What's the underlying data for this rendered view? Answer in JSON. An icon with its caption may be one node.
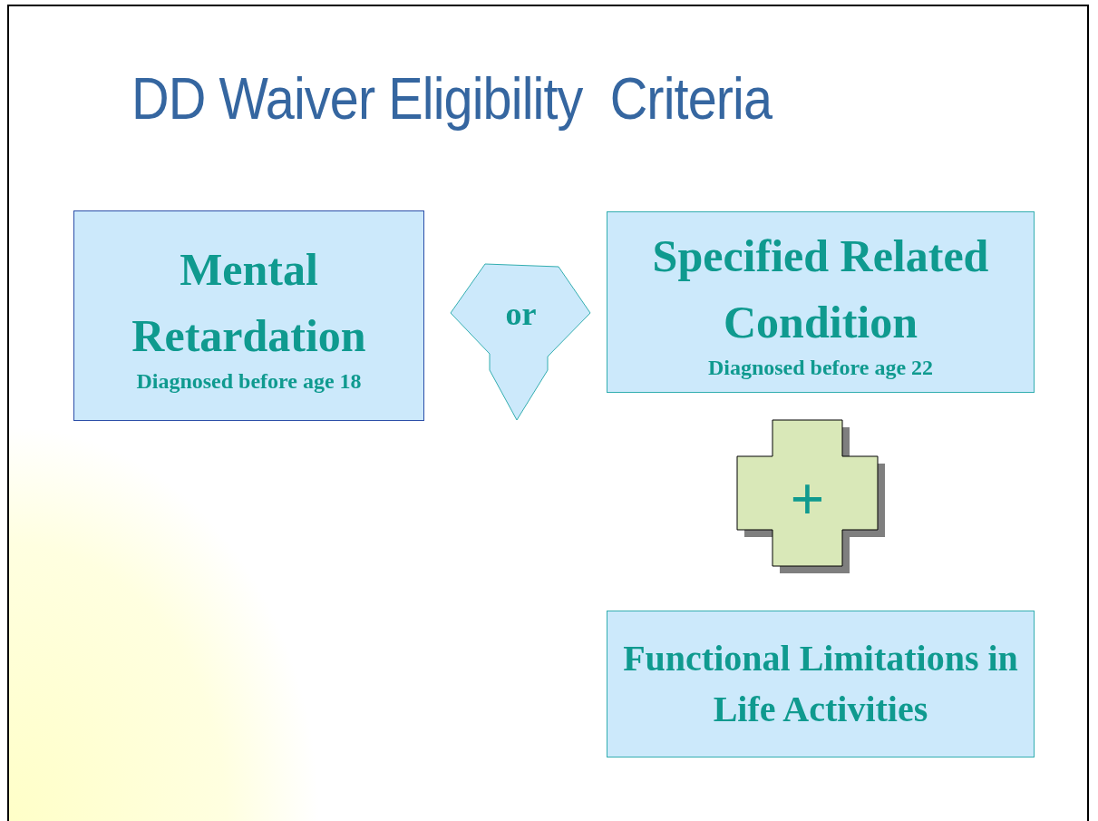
{
  "diagram": {
    "title": "DD Waiver Eligibility  Criteria",
    "nodes": [
      {
        "text": [
          "Mental Retardation",
          "Diagnosed before age 18"
        ]
      },
      {
        "text": [
          "or"
        ]
      },
      {
        "text": [
          "Specified Related Condition",
          "Diagnosed before age 22"
        ]
      },
      {
        "text": [
          "+"
        ]
      },
      {
        "text": [
          "Functional Limitations in Life Activities"
        ]
      }
    ]
  }
}
